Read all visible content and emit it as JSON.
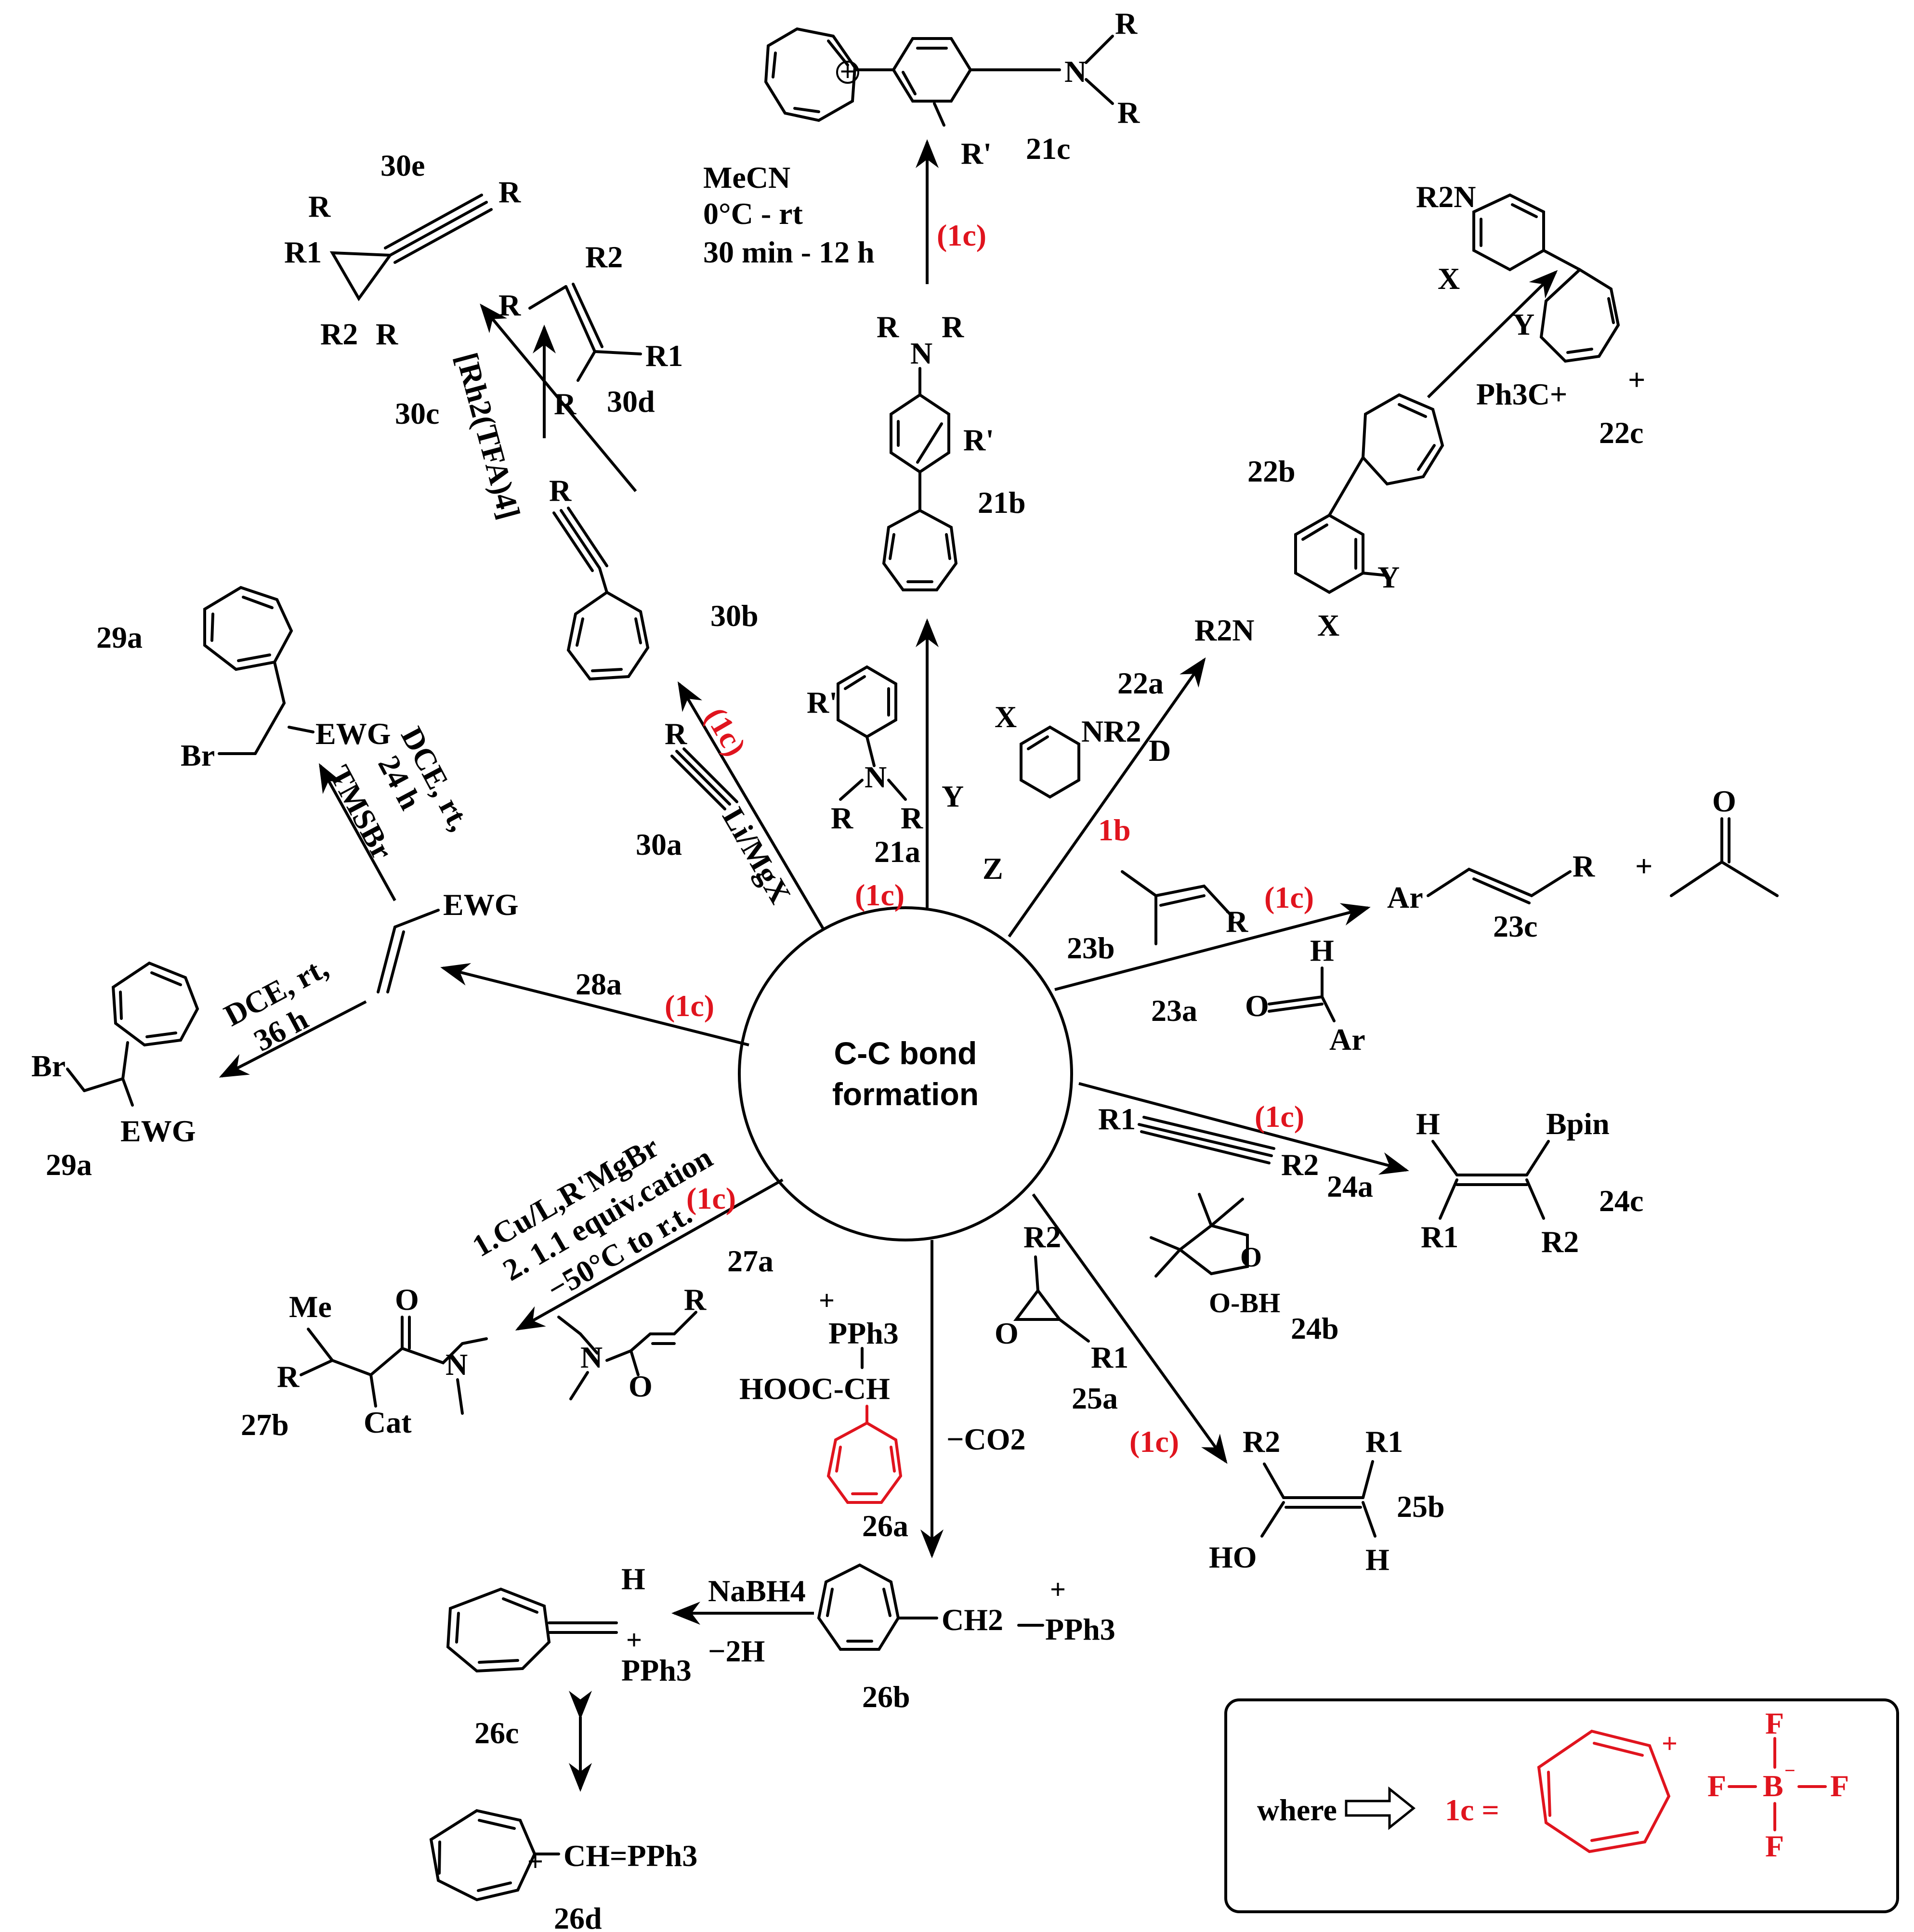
{
  "center": {
    "line1": "C-C bond",
    "line2": "formation"
  },
  "reagent_1c": "(1c)",
  "reagent_1b": "1b",
  "compounds": {
    "c21a": "21a",
    "c21b": "21b",
    "c21c": "21c",
    "c22a": "22a",
    "c22b": "22b",
    "c22c": "22c",
    "c23a": "23a",
    "c23b": "23b",
    "c23c": "23c",
    "c24a": "24a",
    "c24b": "24b",
    "c24c": "24c",
    "c25a": "25a",
    "c25b": "25b",
    "c26a": "26a",
    "c26b": "26b",
    "c26c": "26c",
    "c26d": "26d",
    "c27a": "27a",
    "c27b": "27b",
    "c28a": "28a",
    "c29a": "29a",
    "c30a": "30a",
    "c30b": "30b",
    "c30c": "30c",
    "c30d": "30d",
    "c30e": "30e"
  },
  "conditions": {
    "c21_line1": "MeCN",
    "c21_line2": "0°C - rt",
    "c21_line3": "30 min - 12 h",
    "c22": "Ph3C+",
    "c22_d": "D",
    "c26_reduction": "NaBH4",
    "c26_minus2h": "−2H",
    "c26_minus_co2": "−CO2",
    "c27_line1": "1.Cu/L,R'MgBr",
    "c27_line2": "2. 1.1 equiv.cation",
    "c27_line3": "−50°C to r.t.",
    "c29_top_line1": "DCE, rt,",
    "c29_top_line2": "24 h",
    "c29_top_line3": "TMSBr",
    "c29_bot_line1": "DCE, rt,",
    "c29_bot_line2": "36 h",
    "c30_limgx": "Li/MgX",
    "c30_rh": "[Rh2(TFA)4]"
  },
  "atoms": {
    "R": "R",
    "Rp": "R'",
    "N": "N",
    "X": "X",
    "Y": "Y",
    "Z": "Z",
    "NR2": "NR2",
    "R2N": "R2N",
    "EWG": "EWG",
    "Br": "Br",
    "O": "O",
    "H": "H",
    "Ar": "Ar",
    "HO": "HO",
    "Bpin": "Bpin",
    "R1": "R1",
    "R2": "R2",
    "OBH": "O-BH",
    "Me": "Me",
    "Cat": "Cat",
    "PPh3": "PPh3",
    "HOOC": "HOOC-CH",
    "CH2": "CH2",
    "CHeq": "CH=PPh3",
    "plus": "+"
  },
  "legend": {
    "where": "where",
    "eq": "1c =",
    "F": "F",
    "B": "B"
  }
}
